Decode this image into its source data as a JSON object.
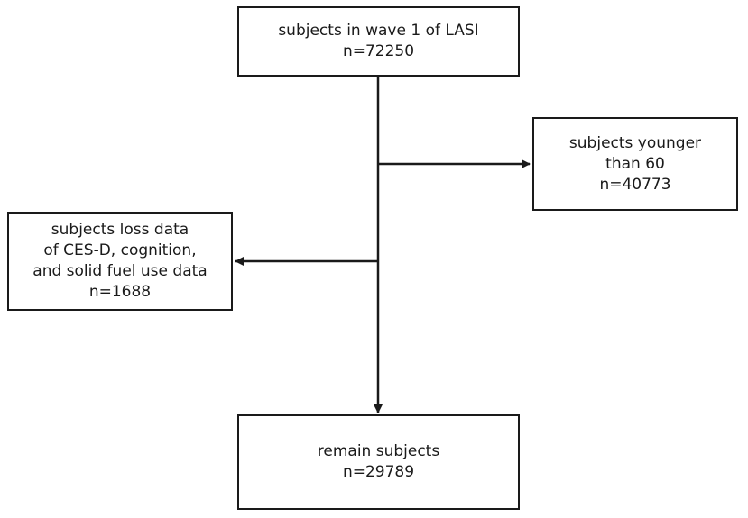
{
  "flowchart": {
    "start": {
      "lines": [
        "subjects in wave 1 of LASI",
        "n=72250"
      ]
    },
    "exclusion_right": {
      "lines": [
        "subjects younger",
        "than 60",
        "n=40773"
      ]
    },
    "exclusion_left": {
      "lines": [
        "subjects loss data",
        "of CES-D, cognition,",
        "and solid fuel use data",
        "n=1688"
      ]
    },
    "result": {
      "lines": [
        "remain subjects",
        "n=29789"
      ]
    }
  },
  "colors": {
    "line": "#1a1a1a",
    "box_border": "#1a1a1a",
    "background": "#ffffff"
  }
}
